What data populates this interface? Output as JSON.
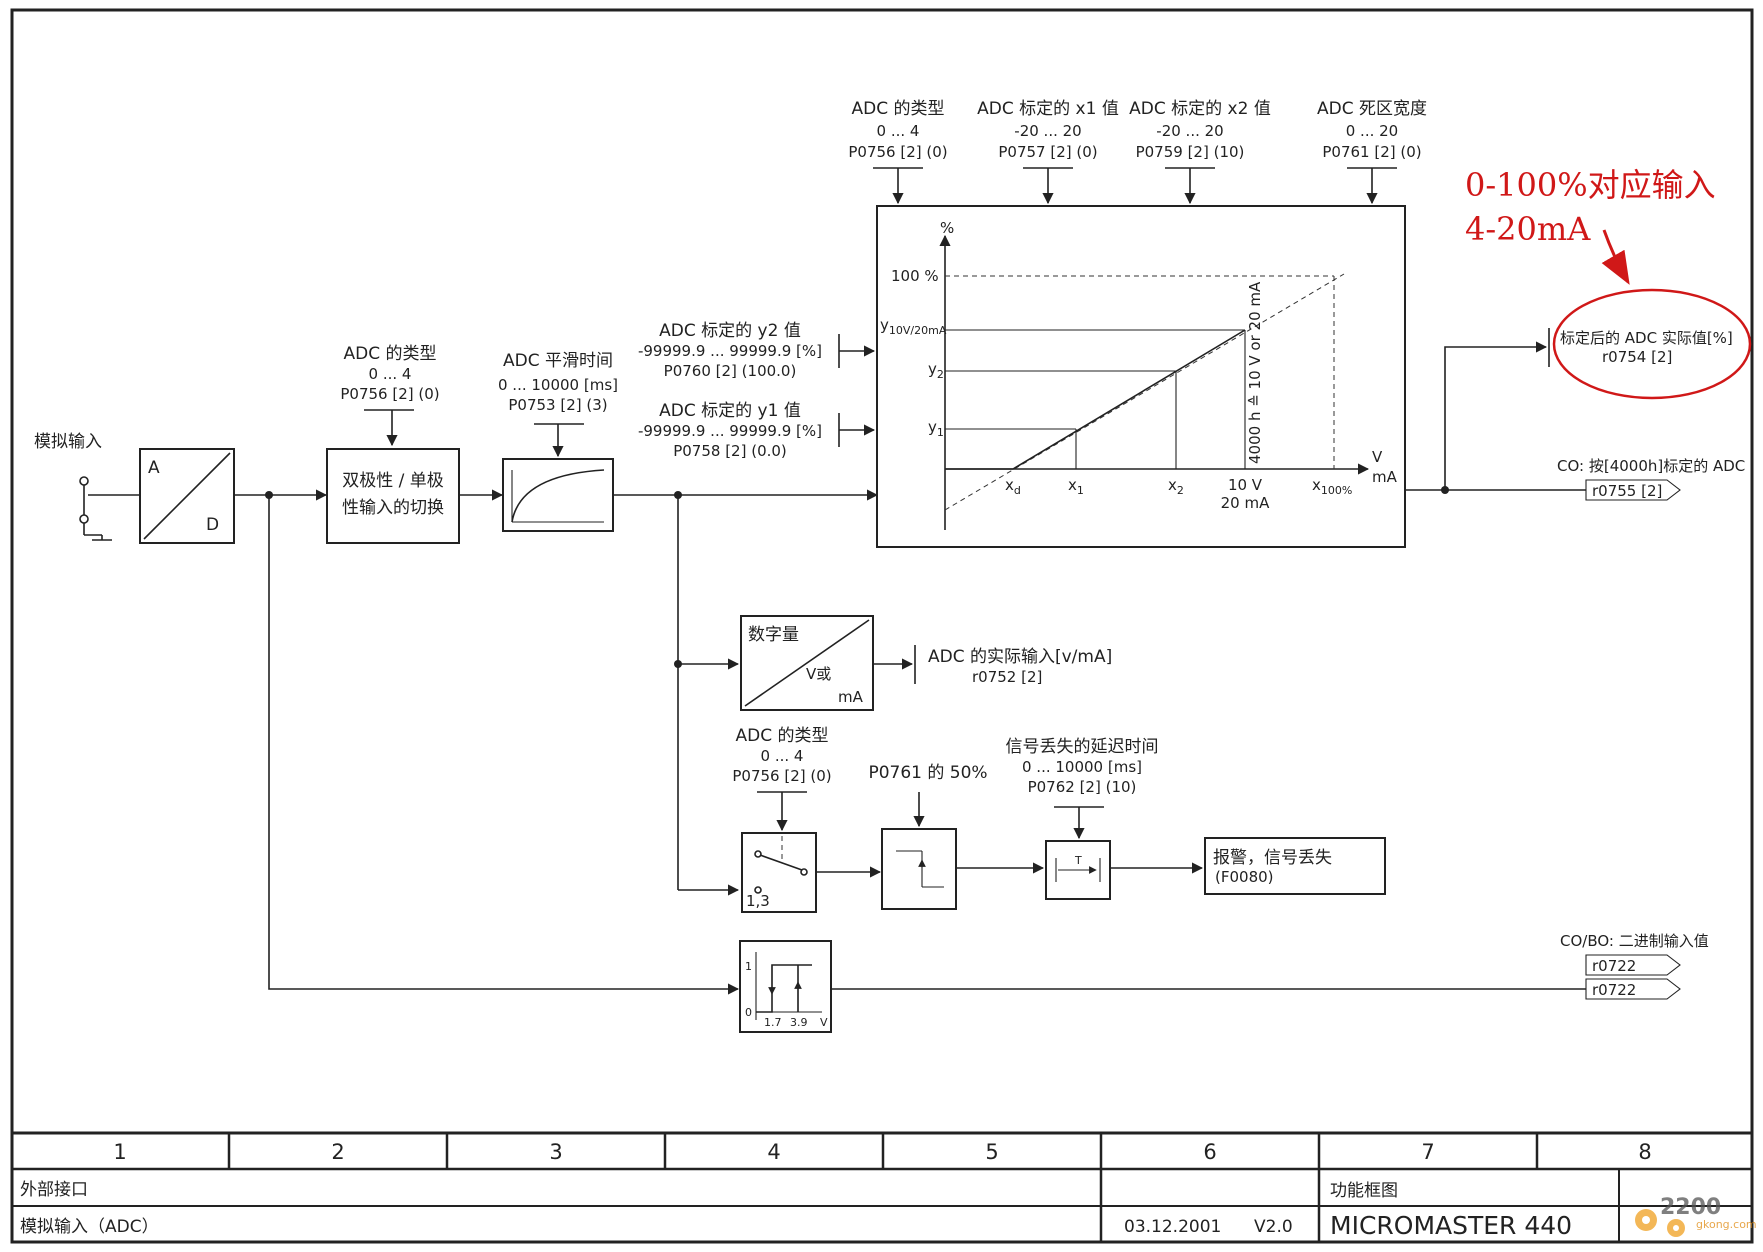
{
  "input": {
    "label": "模拟输入"
  },
  "ad_block": {
    "a": "A",
    "d": "D"
  },
  "switch_block": {
    "header": {
      "title": "ADC 的类型",
      "range": "0 ... 4",
      "param": "P0756 [2] (0)"
    },
    "line1": "双极性 / 单极",
    "line2": "性输入的切换"
  },
  "smoothing": {
    "title": "ADC 平滑时间",
    "range": "0 ... 10000  [ms]",
    "param": "P0753 [2] (3)"
  },
  "y2_param": {
    "title": "ADC 标定的 y2 值",
    "range": "-99999.9 ... 99999.9  [%]",
    "param": "P0760 [2] (100.0)"
  },
  "y1_param": {
    "title": "ADC 标定的 y1 值",
    "range": "-99999.9 ... 99999.9  [%]",
    "param": "P0758 [2] (0.0)"
  },
  "top_params": [
    {
      "title": "ADC 的类型",
      "range": "0 ... 4",
      "param": "P0756 [2] (0)"
    },
    {
      "title": "ADC 标定的 x1 值",
      "range": "-20 ... 20",
      "param": "P0757 [2] (0)"
    },
    {
      "title": "ADC 标定的 x2 值",
      "range": "-20 ... 20",
      "param": "P0759 [2] (10)"
    },
    {
      "title": "ADC 死区宽度",
      "range": "0 ... 20",
      "param": "P0761 [2] (0)"
    }
  ],
  "scaling_graph": {
    "y_unit": "%",
    "y100": "100 %",
    "y_max_label": "y",
    "y_max_sub": "10V/20mA",
    "y2": "y",
    "y2_sub": "2",
    "y1": "y",
    "y1_sub": "1",
    "xd": "x",
    "xd_sub": "d",
    "x1": "x",
    "x1_sub": "1",
    "x2": "x",
    "x2_sub": "2",
    "x10v": "10 V",
    "x20ma": "20 mA",
    "x100": "x",
    "x100_sub": "100%",
    "x_unit_v": "V",
    "x_unit_ma": "mA",
    "vertical_note": "4000 h ≙ 10 V or 20 mA"
  },
  "note": {
    "line1": "0-100%对应输入",
    "line2": "4-20mA"
  },
  "output_scaled": {
    "title": "标定后的 ADC 实际值[%]",
    "param": "r0754 [2]"
  },
  "co_output": {
    "title": "CO: 按[4000h]标定的 ADC",
    "param": "r0755 [2]"
  },
  "digital_block": {
    "title": "数字量",
    "v": "V或",
    "ma": "mA"
  },
  "actual_input": {
    "title": "ADC 的实际输入[v/mA]",
    "param": "r0752 [2]"
  },
  "adc_type3": {
    "title": "ADC 的类型",
    "range": "0 ... 4",
    "param": "P0756 [2] (0)"
  },
  "switch_label": "1,3",
  "p0761_label": "P0761 的 50%",
  "delay": {
    "title": "信号丢失的延迟时间",
    "range": "0 ... 10000  [ms]",
    "param": "P0762 [2] (10)"
  },
  "timer_t": "T",
  "alarm": {
    "line1": "报警，信号丢失",
    "line2": "(F0080)"
  },
  "hysteresis": {
    "y1": "1",
    "y0": "0",
    "x17": "1.7",
    "x39": "3.9",
    "xv": "V"
  },
  "binary_output": {
    "title": "CO/BO: 二进制输入值",
    "param1": "r0722",
    "param2": "r0722"
  },
  "footer": {
    "columns": [
      "1",
      "2",
      "3",
      "4",
      "5",
      "6",
      "7",
      "8"
    ],
    "external_interface": "外部接口",
    "analog_input_adc": "模拟输入（ADC）",
    "function_diagram": "功能框图",
    "date": "03.12.2001",
    "version": "V2.0",
    "product": "MICROMASTER 440"
  },
  "watermark": {
    "number": "2200",
    "site": "gkong.com"
  },
  "colors": {
    "annotation": "#d01818",
    "line": "#222222"
  }
}
